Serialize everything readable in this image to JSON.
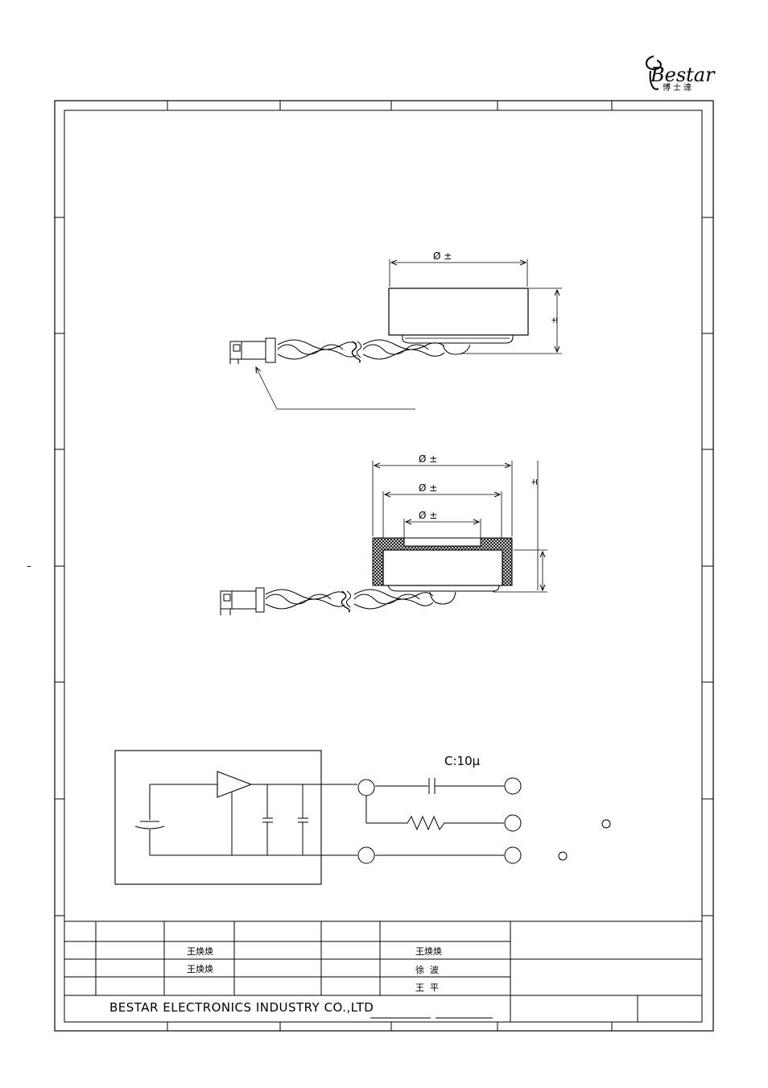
{
  "logo": {
    "brand": "Bestar",
    "cn": "博士達"
  },
  "dimensions": {
    "top_diameter": "Ø    ±",
    "top_height": "±",
    "bottom_outer": "Ø    ±",
    "bottom_middle": "Ø    ±",
    "bottom_inner": "Ø    ±",
    "bottom_height": "±"
  },
  "circuit": {
    "capacitor_label": "C:10μ"
  },
  "title_block": {
    "company": "BESTAR ELECTRONICS INDUSTRY CO.,LTD",
    "name1": "王焕焕",
    "name2": "王焕焕",
    "name3": "王焕焕",
    "name4": "徐  波",
    "name5": "王  平"
  },
  "margin_mark": "–"
}
